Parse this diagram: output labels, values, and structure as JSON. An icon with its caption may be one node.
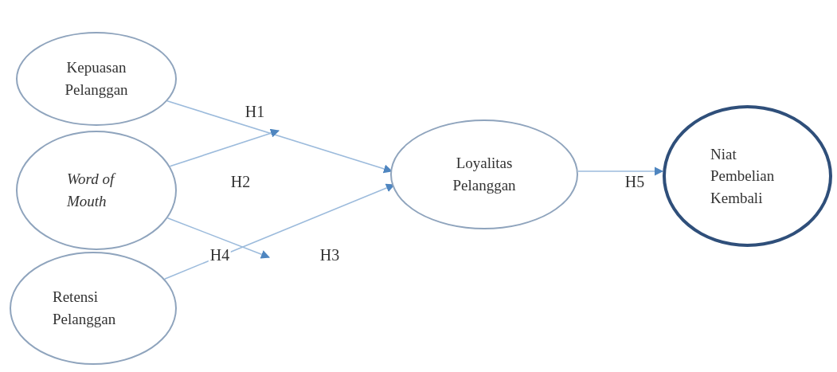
{
  "diagram": {
    "nodes": [
      {
        "text": [
          "Kepuasan Pelanggan"
        ]
      },
      {
        "text": [
          "Word of Mouth"
        ]
      },
      {
        "text": [
          "Retensi Pelanggan"
        ]
      },
      {
        "text": [
          "Loyalitas Pelanggan"
        ]
      },
      {
        "text": [
          "Niat Pembelian Kembali"
        ]
      }
    ],
    "edges": [
      {
        "from": 0,
        "to": 3,
        "arrow": "to",
        "label": "H1"
      },
      {
        "from": 1,
        "to": null,
        "arrow": "to",
        "label": "H2"
      },
      {
        "from": 1,
        "to": null,
        "arrow": "to",
        "label": "H4"
      },
      {
        "from": 2,
        "to": 3,
        "arrow": "to",
        "label": "H3"
      },
      {
        "from": 3,
        "to": 4,
        "arrow": "to",
        "label": "H5"
      }
    ]
  }
}
